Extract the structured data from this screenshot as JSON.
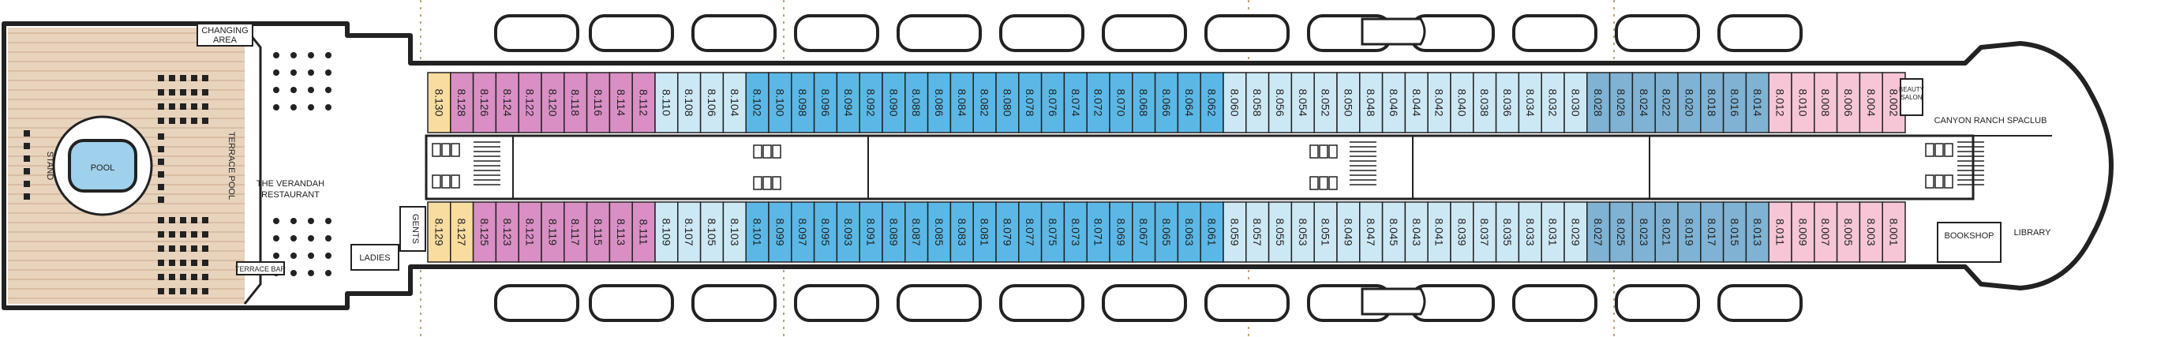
{
  "colors": {
    "pink": "#f6c6d6",
    "magenta": "#d98fc4",
    "light_blue": "#cde8f5",
    "mid_blue": "#5bb8e6",
    "steel_blue": "#7fb2d3",
    "peach": "#f9dca0",
    "deck_wood": "#e8d3bd",
    "pool_water": "#9fd0ec",
    "hull": "#222222",
    "corridor": "#ffffff",
    "dashed_line": "#c2a27a"
  },
  "labels": {
    "pool": "POOL",
    "terrace_pool": "TERRACE POOL",
    "changing_area": [
      "CHANGING",
      "AREA"
    ],
    "verandah": [
      "THE VERANDAH",
      "RESTAURANT"
    ],
    "ladies": "LADIES",
    "gents": "GENTS",
    "terrace_bar": "TERRACE BAR",
    "stand": "STAND",
    "canyon_ranch": "CANYON RANCH SPACLUB",
    "beauty_salon": [
      "BEAUTY",
      "SALON"
    ],
    "bookshop": "BOOKSHOP",
    "library": "LIBRARY"
  },
  "cabins": {
    "top": [
      {
        "n": "8.130",
        "c": "peach"
      },
      {
        "n": "8.128",
        "c": "magenta"
      },
      {
        "n": "8.126",
        "c": "magenta"
      },
      {
        "n": "8.124",
        "c": "magenta"
      },
      {
        "n": "8.122",
        "c": "magenta"
      },
      {
        "n": "8.120",
        "c": "magenta"
      },
      {
        "n": "8.118",
        "c": "magenta"
      },
      {
        "n": "8.116",
        "c": "magenta"
      },
      {
        "n": "8.114",
        "c": "magenta"
      },
      {
        "n": "8.112",
        "c": "magenta"
      },
      {
        "n": "8.110",
        "c": "light_blue"
      },
      {
        "n": "8.108",
        "c": "light_blue"
      },
      {
        "n": "8.106",
        "c": "light_blue"
      },
      {
        "n": "8.104",
        "c": "light_blue"
      },
      {
        "n": "8.102",
        "c": "mid_blue"
      },
      {
        "n": "8.100",
        "c": "mid_blue"
      },
      {
        "n": "8.098",
        "c": "mid_blue"
      },
      {
        "n": "8.096",
        "c": "mid_blue"
      },
      {
        "n": "8.094",
        "c": "mid_blue"
      },
      {
        "n": "8.092",
        "c": "mid_blue"
      },
      {
        "n": "8.090",
        "c": "mid_blue"
      },
      {
        "n": "8.088",
        "c": "mid_blue"
      },
      {
        "n": "8.086",
        "c": "mid_blue"
      },
      {
        "n": "8.084",
        "c": "mid_blue"
      },
      {
        "n": "8.082",
        "c": "mid_blue"
      },
      {
        "n": "8.080",
        "c": "mid_blue"
      },
      {
        "n": "8.078",
        "c": "mid_blue"
      },
      {
        "n": "8.076",
        "c": "mid_blue"
      },
      {
        "n": "8.074",
        "c": "mid_blue"
      },
      {
        "n": "8.072",
        "c": "mid_blue"
      },
      {
        "n": "8.070",
        "c": "mid_blue"
      },
      {
        "n": "8.068",
        "c": "mid_blue"
      },
      {
        "n": "8.066",
        "c": "mid_blue"
      },
      {
        "n": "8.064",
        "c": "mid_blue"
      },
      {
        "n": "8.062",
        "c": "mid_blue"
      },
      {
        "n": "8.060",
        "c": "light_blue"
      },
      {
        "n": "8.058",
        "c": "light_blue"
      },
      {
        "n": "8.056",
        "c": "light_blue"
      },
      {
        "n": "8.054",
        "c": "light_blue"
      },
      {
        "n": "8.052",
        "c": "light_blue"
      },
      {
        "n": "8.050",
        "c": "light_blue"
      },
      {
        "n": "8.048",
        "c": "light_blue"
      },
      {
        "n": "8.046",
        "c": "light_blue"
      },
      {
        "n": "8.044",
        "c": "light_blue"
      },
      {
        "n": "8.042",
        "c": "light_blue"
      },
      {
        "n": "8.040",
        "c": "light_blue"
      },
      {
        "n": "8.038",
        "c": "light_blue"
      },
      {
        "n": "8.036",
        "c": "light_blue"
      },
      {
        "n": "8.034",
        "c": "light_blue"
      },
      {
        "n": "8.032",
        "c": "light_blue"
      },
      {
        "n": "8.030",
        "c": "light_blue"
      },
      {
        "n": "8.028",
        "c": "steel_blue"
      },
      {
        "n": "8.026",
        "c": "steel_blue"
      },
      {
        "n": "8.024",
        "c": "steel_blue"
      },
      {
        "n": "8.022",
        "c": "steel_blue"
      },
      {
        "n": "8.020",
        "c": "steel_blue"
      },
      {
        "n": "8.018",
        "c": "steel_blue"
      },
      {
        "n": "8.016",
        "c": "steel_blue"
      },
      {
        "n": "8.014",
        "c": "steel_blue"
      },
      {
        "n": "8.012",
        "c": "pink"
      },
      {
        "n": "8.010",
        "c": "pink"
      },
      {
        "n": "8.008",
        "c": "pink"
      },
      {
        "n": "8.006",
        "c": "pink"
      },
      {
        "n": "8.004",
        "c": "pink"
      },
      {
        "n": "8.002",
        "c": "pink"
      }
    ],
    "bottom": [
      {
        "n": "8.129",
        "c": "peach"
      },
      {
        "n": "8.127",
        "c": "peach"
      },
      {
        "n": "8.125",
        "c": "magenta"
      },
      {
        "n": "8.123",
        "c": "magenta"
      },
      {
        "n": "8.121",
        "c": "magenta"
      },
      {
        "n": "8.119",
        "c": "magenta"
      },
      {
        "n": "8.117",
        "c": "magenta"
      },
      {
        "n": "8.115",
        "c": "magenta"
      },
      {
        "n": "8.113",
        "c": "magenta"
      },
      {
        "n": "8.111",
        "c": "magenta"
      },
      {
        "n": "8.109",
        "c": "light_blue"
      },
      {
        "n": "8.107",
        "c": "light_blue"
      },
      {
        "n": "8.105",
        "c": "light_blue"
      },
      {
        "n": "8.103",
        "c": "light_blue"
      },
      {
        "n": "8.101",
        "c": "mid_blue"
      },
      {
        "n": "8.099",
        "c": "mid_blue"
      },
      {
        "n": "8.097",
        "c": "mid_blue"
      },
      {
        "n": "8.095",
        "c": "mid_blue"
      },
      {
        "n": "8.093",
        "c": "mid_blue"
      },
      {
        "n": "8.091",
        "c": "mid_blue"
      },
      {
        "n": "8.089",
        "c": "mid_blue"
      },
      {
        "n": "8.087",
        "c": "mid_blue"
      },
      {
        "n": "8.085",
        "c": "mid_blue"
      },
      {
        "n": "8.083",
        "c": "mid_blue"
      },
      {
        "n": "8.081",
        "c": "mid_blue"
      },
      {
        "n": "8.079",
        "c": "mid_blue"
      },
      {
        "n": "8.077",
        "c": "mid_blue"
      },
      {
        "n": "8.075",
        "c": "mid_blue"
      },
      {
        "n": "8.073",
        "c": "mid_blue"
      },
      {
        "n": "8.071",
        "c": "mid_blue"
      },
      {
        "n": "8.069",
        "c": "mid_blue"
      },
      {
        "n": "8.067",
        "c": "mid_blue"
      },
      {
        "n": "8.065",
        "c": "mid_blue"
      },
      {
        "n": "8.063",
        "c": "mid_blue"
      },
      {
        "n": "8.061",
        "c": "mid_blue"
      },
      {
        "n": "8.059",
        "c": "light_blue"
      },
      {
        "n": "8.057",
        "c": "light_blue"
      },
      {
        "n": "8.055",
        "c": "light_blue"
      },
      {
        "n": "8.053",
        "c": "light_blue"
      },
      {
        "n": "8.051",
        "c": "light_blue"
      },
      {
        "n": "8.049",
        "c": "light_blue"
      },
      {
        "n": "8.047",
        "c": "light_blue"
      },
      {
        "n": "8.045",
        "c": "light_blue"
      },
      {
        "n": "8.043",
        "c": "light_blue"
      },
      {
        "n": "8.041",
        "c": "light_blue"
      },
      {
        "n": "8.039",
        "c": "light_blue"
      },
      {
        "n": "8.037",
        "c": "light_blue"
      },
      {
        "n": "8.035",
        "c": "light_blue"
      },
      {
        "n": "8.033",
        "c": "light_blue"
      },
      {
        "n": "8.031",
        "c": "light_blue"
      },
      {
        "n": "8.029",
        "c": "light_blue"
      },
      {
        "n": "8.027",
        "c": "steel_blue"
      },
      {
        "n": "8.025",
        "c": "steel_blue"
      },
      {
        "n": "8.023",
        "c": "steel_blue"
      },
      {
        "n": "8.021",
        "c": "steel_blue"
      },
      {
        "n": "8.019",
        "c": "steel_blue"
      },
      {
        "n": "8.017",
        "c": "steel_blue"
      },
      {
        "n": "8.015",
        "c": "steel_blue"
      },
      {
        "n": "8.013",
        "c": "steel_blue"
      },
      {
        "n": "8.011",
        "c": "pink"
      },
      {
        "n": "8.009",
        "c": "pink"
      },
      {
        "n": "8.007",
        "c": "pink"
      },
      {
        "n": "8.005",
        "c": "pink"
      },
      {
        "n": "8.003",
        "c": "pink"
      },
      {
        "n": "8.001",
        "c": "pink"
      }
    ]
  },
  "icons": {
    "lifeboat": "lifeboat-icon",
    "sunlounger": "sunlounger-icon",
    "table": "table-icon",
    "elevator": "elevator-icon",
    "stairs": "stairs-icon"
  }
}
